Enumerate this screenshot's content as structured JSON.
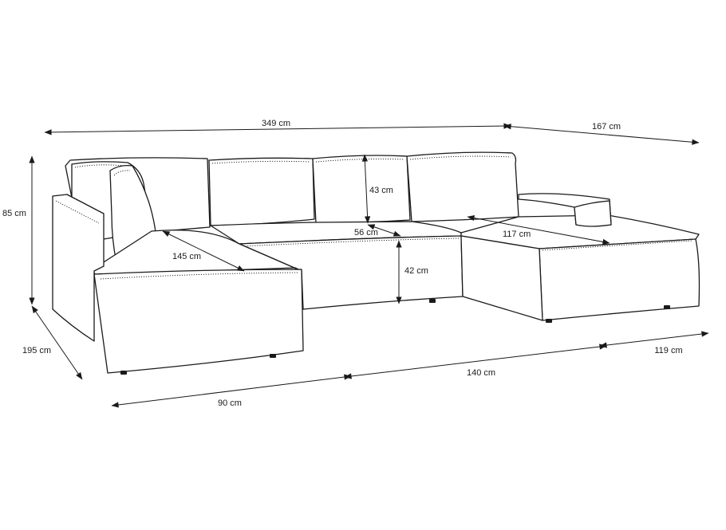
{
  "diagram": {
    "dimensions": {
      "total_width": "349 cm",
      "chaise_right_depth": "167 cm",
      "overall_height": "85 cm",
      "left_depth": "195 cm",
      "backrest_height": "43 cm",
      "seat_depth": "56 cm",
      "seat_height": "42 cm",
      "left_chaise_length": "145 cm",
      "right_chaise_length": "117 cm",
      "left_width": "90 cm",
      "middle_width": "140 cm",
      "right_width": "119 cm"
    },
    "colors": {
      "line": "#1a1a1a",
      "fill": "#ffffff"
    }
  }
}
